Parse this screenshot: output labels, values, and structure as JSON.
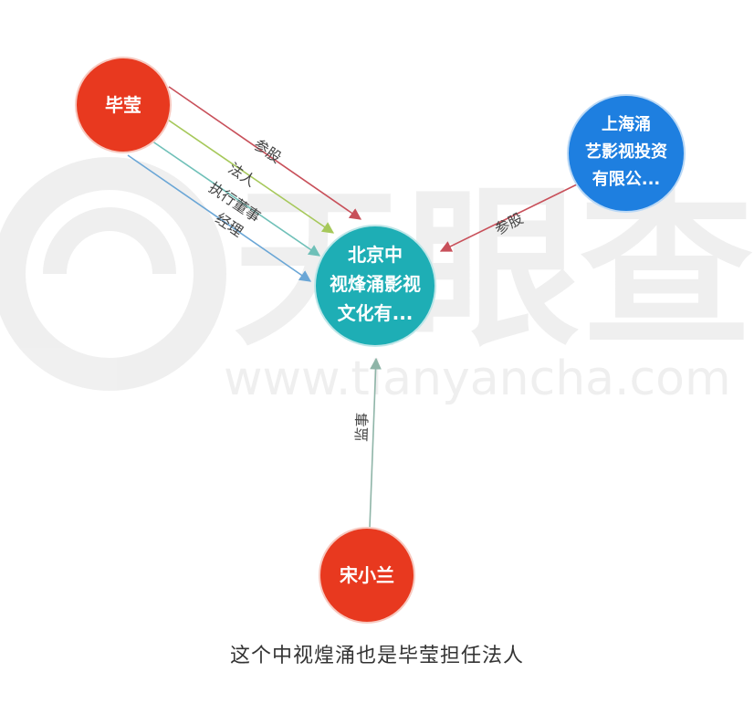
{
  "watermark": {
    "brand": "天眼查",
    "url": "www.tianyancha.com"
  },
  "nodes": {
    "bi_ying": {
      "label": "毕莹",
      "color": "#e8391f"
    },
    "shanghai_co": {
      "lines": [
        "上海涌",
        "艺影视投资",
        "有限公..."
      ],
      "color": "#1e7fe0"
    },
    "beijing_co": {
      "lines": [
        "北京中",
        "视烽涌影视",
        "文化有..."
      ],
      "color": "#1eaeb5"
    },
    "song_xiaolan": {
      "label": "宋小兰",
      "color": "#e8391f"
    }
  },
  "edges": {
    "e1": {
      "label": "参股",
      "color": "#c8505a"
    },
    "e2": {
      "label": "法人",
      "color": "#a6c85a"
    },
    "e3": {
      "label": "执行董事",
      "color": "#6fc0b8"
    },
    "e4": {
      "label": "经理",
      "color": "#6aa6d6"
    },
    "e5": {
      "label": "参股",
      "color": "#c8505a"
    },
    "e6": {
      "label": "监事",
      "color": "#8fb5a8"
    }
  },
  "caption": "这个中视煌涌也是毕莹担任法人"
}
